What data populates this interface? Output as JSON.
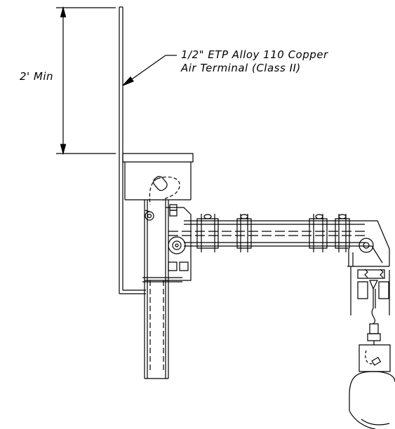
{
  "dimension": {
    "label": "2' Min"
  },
  "callout": {
    "line1": "1/2\" ETP Alloy 110 Copper",
    "line2": "Air Terminal (Class II)"
  },
  "colors": {
    "ink": "#000000",
    "paper": "#ffffff"
  }
}
